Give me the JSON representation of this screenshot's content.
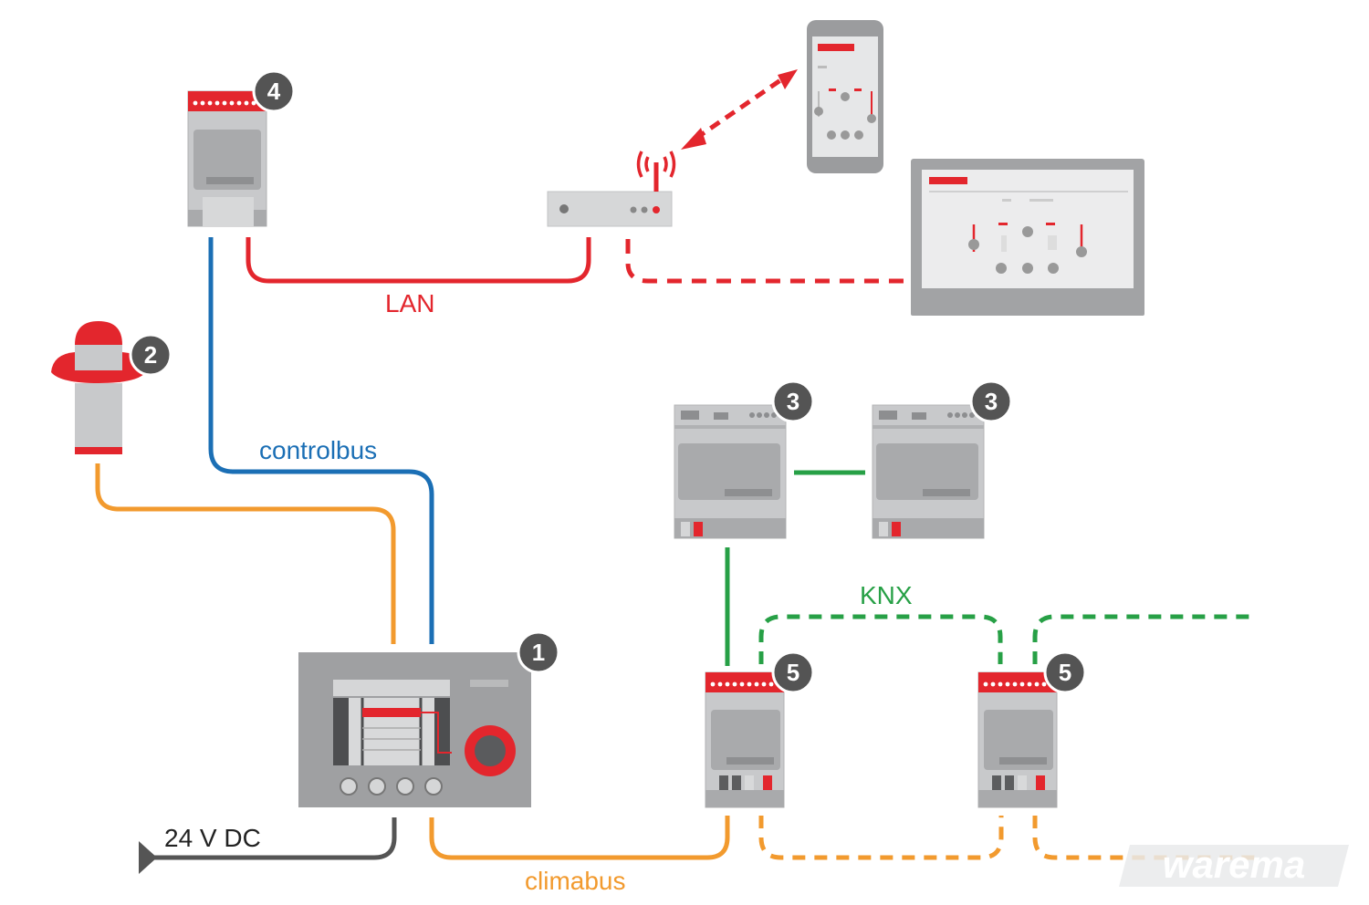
{
  "labels": {
    "lan": "LAN",
    "controlbus": "controlbus",
    "knx": "KNX",
    "climabus": "climabus",
    "power": "24 V DC"
  },
  "badges": {
    "b1": "1",
    "b2": "2",
    "b3a": "3",
    "b3b": "3",
    "b4": "4",
    "b5a": "5",
    "b5b": "5"
  },
  "brand": {
    "wordmark": "warema"
  },
  "colors": {
    "lan": "#e3262d",
    "controlbus": "#1b6fb5",
    "knx": "#27a046",
    "climabus": "#f29a2e",
    "power": "#555555",
    "device_gray": "#c8c9cb",
    "badge": "#545454"
  }
}
